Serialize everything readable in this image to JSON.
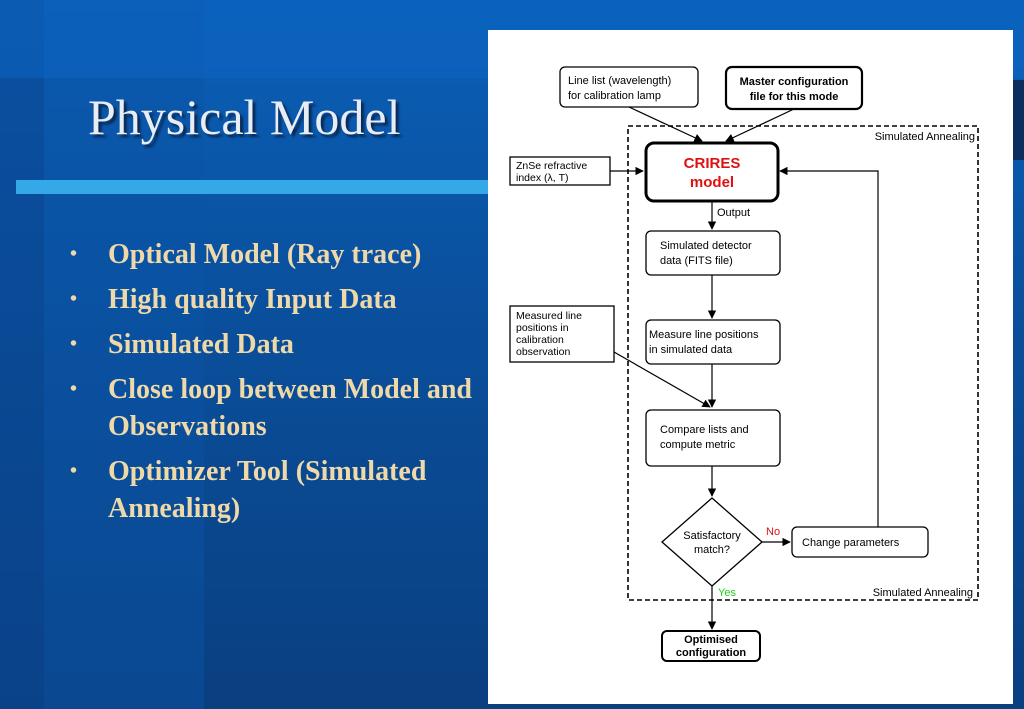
{
  "slide": {
    "title": "Physical Model",
    "bullets": [
      "Optical Model (Ray trace)",
      "High quality Input Data",
      "Simulated Data",
      "Close loop between Model and Observations",
      "Optimizer Tool (Simulated Annealing)"
    ]
  },
  "flowchart": {
    "input_line_list": [
      "Line list (wavelength)",
      "for calibration lamp"
    ],
    "input_master_config": [
      "Master configuration",
      "file for this mode"
    ],
    "input_znse": [
      "ZnSe refractive",
      "index (λ, T)"
    ],
    "input_measured": [
      "Measured line",
      "positions in",
      "calibration",
      "observation"
    ],
    "model": [
      "CRIRES",
      "model"
    ],
    "output_label": "Output",
    "simulated_detector": [
      "Simulated detector",
      "data (FITS file)"
    ],
    "measure_positions": [
      "Measure line positions",
      "in simulated data"
    ],
    "compare": [
      "Compare lists and",
      "compute metric"
    ],
    "decision": [
      "Satisfactory",
      "match?"
    ],
    "no_label": "No",
    "yes_label": "Yes",
    "change_parameters": "Change  parameters",
    "result": [
      "Optimised",
      "configuration"
    ],
    "annealing_label_top": "Simulated Annealing",
    "annealing_label_bottom": "Simulated Annealing",
    "colors": {
      "model_text": "#e01010",
      "no": "#e01010",
      "yes": "#22cc22"
    }
  }
}
